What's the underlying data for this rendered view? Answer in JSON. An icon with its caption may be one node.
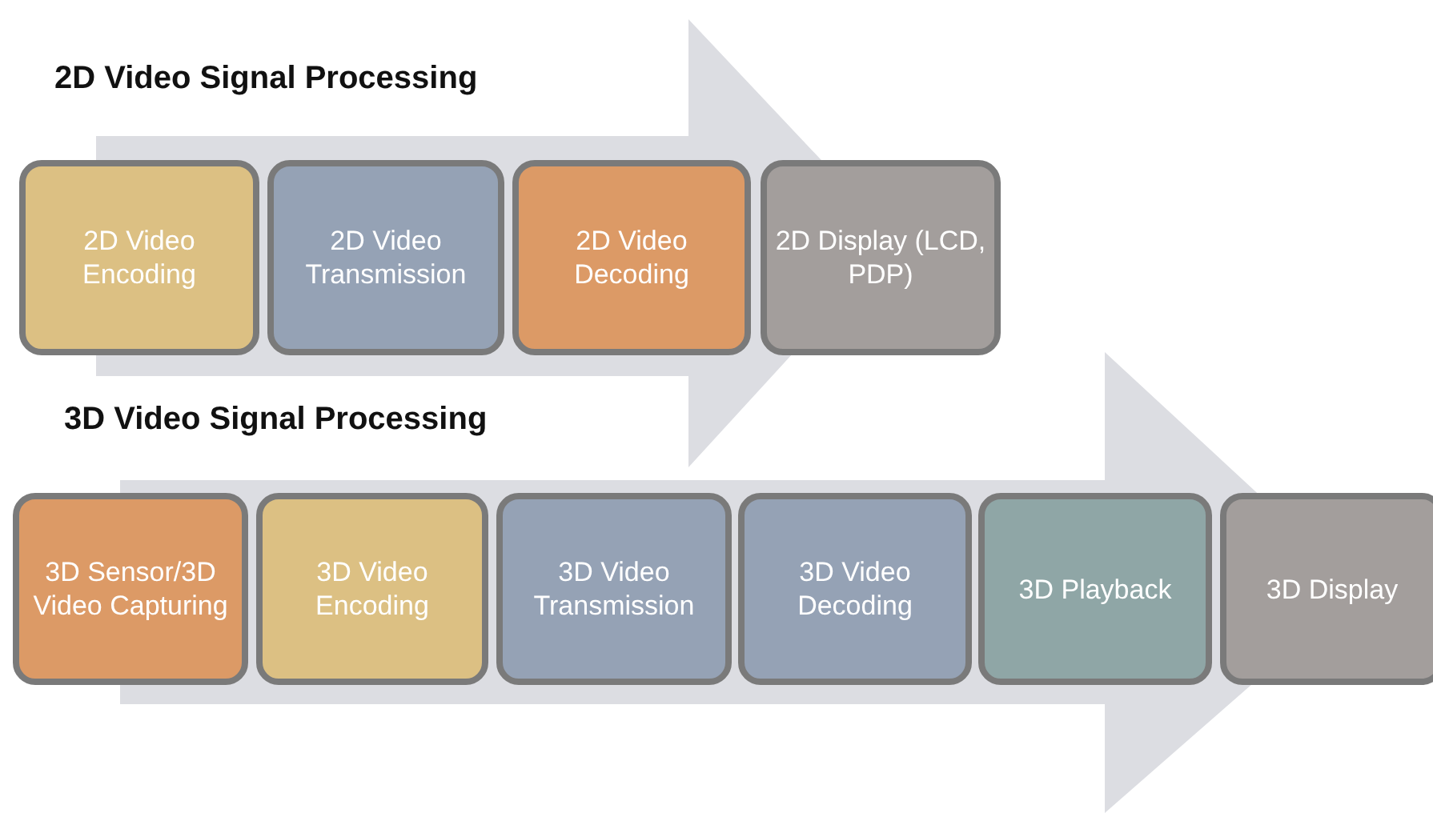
{
  "diagram": {
    "nodes": [
      {
        "text": [
          "2D Video Signal Processing"
        ]
      },
      {
        "text": [
          "2D Video Encoding"
        ]
      },
      {
        "text": [
          "2D Video Transmission"
        ],
        "in": 0
      },
      {
        "text": [
          "2D Video Decoding"
        ],
        "in": 0
      },
      {
        "text": [
          "2D Display (LCD, PDP)"
        ]
      },
      {
        "text": [
          "3D Video Signal Processing"
        ]
      },
      {
        "text": [
          "3D Sensor/3D Video Capturing"
        ]
      },
      {
        "text": [
          "3D Video Encoding"
        ],
        "in": 5
      },
      {
        "text": [
          "3D Video Transmission"
        ],
        "in": 5
      },
      {
        "text": [
          "3D Video Decoding"
        ],
        "in": 5
      },
      {
        "text": [
          "3D Playback"
        ],
        "in": 5
      },
      {
        "text": [
          "3D Display"
        ]
      }
    ],
    "edges": []
  }
}
